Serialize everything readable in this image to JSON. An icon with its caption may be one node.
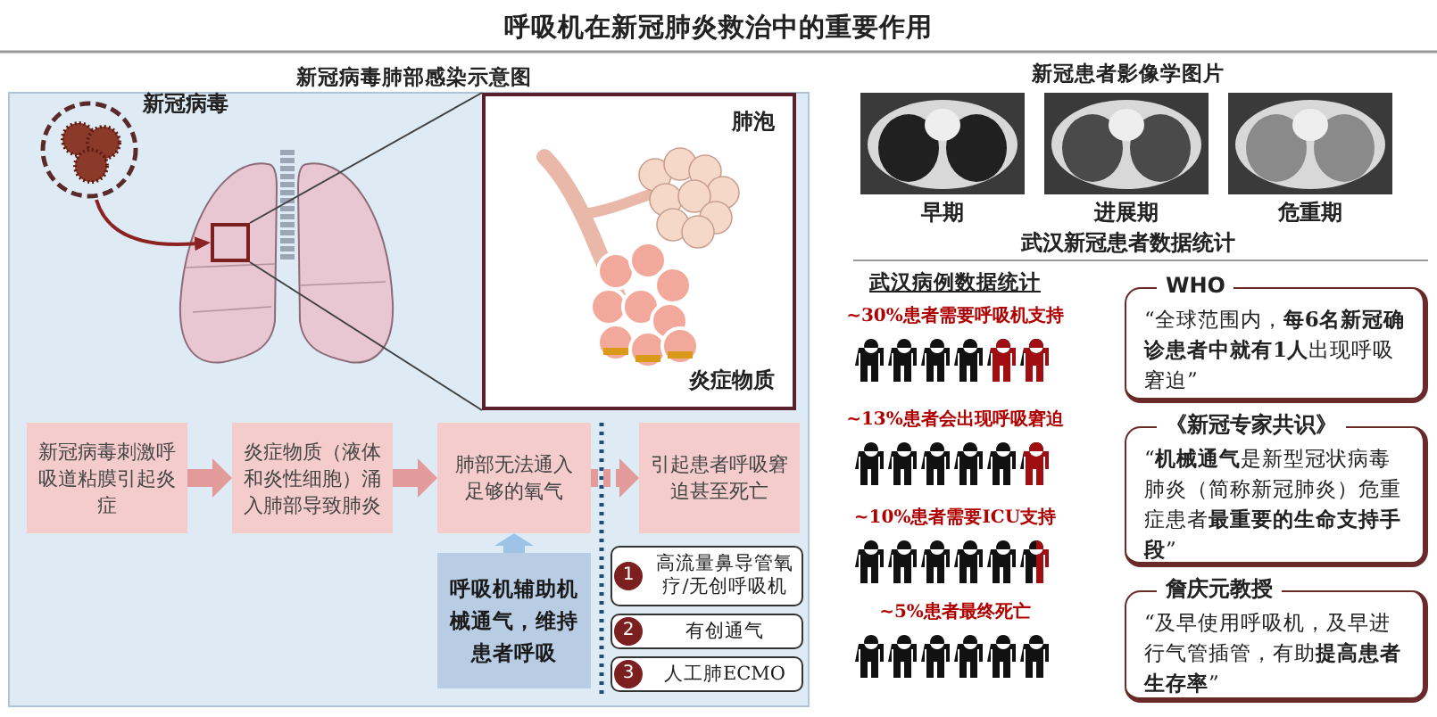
{
  "diagram": {
    "title": "呼吸机在新冠肺炎救治中的重要作用",
    "nodes": [
      {
        "text": [
          "新冠病毒刺激呼吸道粘膜引起炎症"
        ]
      },
      {
        "text": [
          "炎症物质（液体和炎性细胞）涌入肺部导致肺炎"
        ]
      },
      {
        "text": [
          "肺部无法通入足够的氧气"
        ]
      },
      {
        "text": [
          "引起患者呼吸窘迫甚至死亡"
        ]
      },
      {
        "text": [
          "呼吸机辅助机械通气，维持患者呼吸"
        ]
      },
      {
        "text": [
          "1",
          "高流量鼻导管氧疗/无创呼吸机"
        ]
      },
      {
        "text": [
          "2",
          "有创通气"
        ]
      },
      {
        "text": [
          "3",
          "人工肺ECMO"
        ]
      },
      {
        "text": [
          "新冠病毒"
        ]
      },
      {
        "text": [],
        "shape": "box"
      },
      {
        "text": [
          "肺泡",
          "炎症物质"
        ]
      },
      {
        "text": [
          "WHO",
          "“全球范围内，**每6名新冠确诊患者中就有1人**出现呼吸窘迫”"
        ]
      },
      {
        "text": [
          "《新冠专家共识》",
          "“**机械通气**是新型冠状病毒肺炎（简称新冠肺炎）危重症患者**最重要的生命支持手段**”"
        ]
      },
      {
        "text": [
          "詹庆元教授",
          "“及早使用呼吸机，及早进行气管插管，有助**提高患者生存率**”"
        ]
      }
    ],
    "edges": [
      {
        "from": 8,
        "to": 9,
        "arrow": "to",
        "color": "#8b2323"
      },
      {
        "from": 9,
        "to": 10,
        "arrow": "none",
        "color": "#404040"
      },
      {
        "from": 9,
        "to": 10,
        "arrow": "none",
        "color": "#404040"
      },
      {
        "from": 0,
        "to": 1,
        "arrow": "to"
      },
      {
        "from": 1,
        "to": 2,
        "arrow": "to"
      },
      {
        "from": 2,
        "to": 3,
        "arrow": "to",
        "style": "dashed"
      },
      {
        "from": 4,
        "to": 2,
        "arrow": "to",
        "color": "#9dc3e6"
      }
    ],
    "labels": [
      "新冠病毒肺部感染示意图",
      "新冠患者影像学图片",
      "早期",
      "进展期",
      "危重期",
      "武汉新冠患者数据统计",
      "武汉病例数据统计",
      "~30%患者需要呼吸机支持",
      "~13%患者会出现呼吸窘迫",
      "~10%患者需要ICU支持",
      "~5%患者最终死亡"
    ]
  }
}
